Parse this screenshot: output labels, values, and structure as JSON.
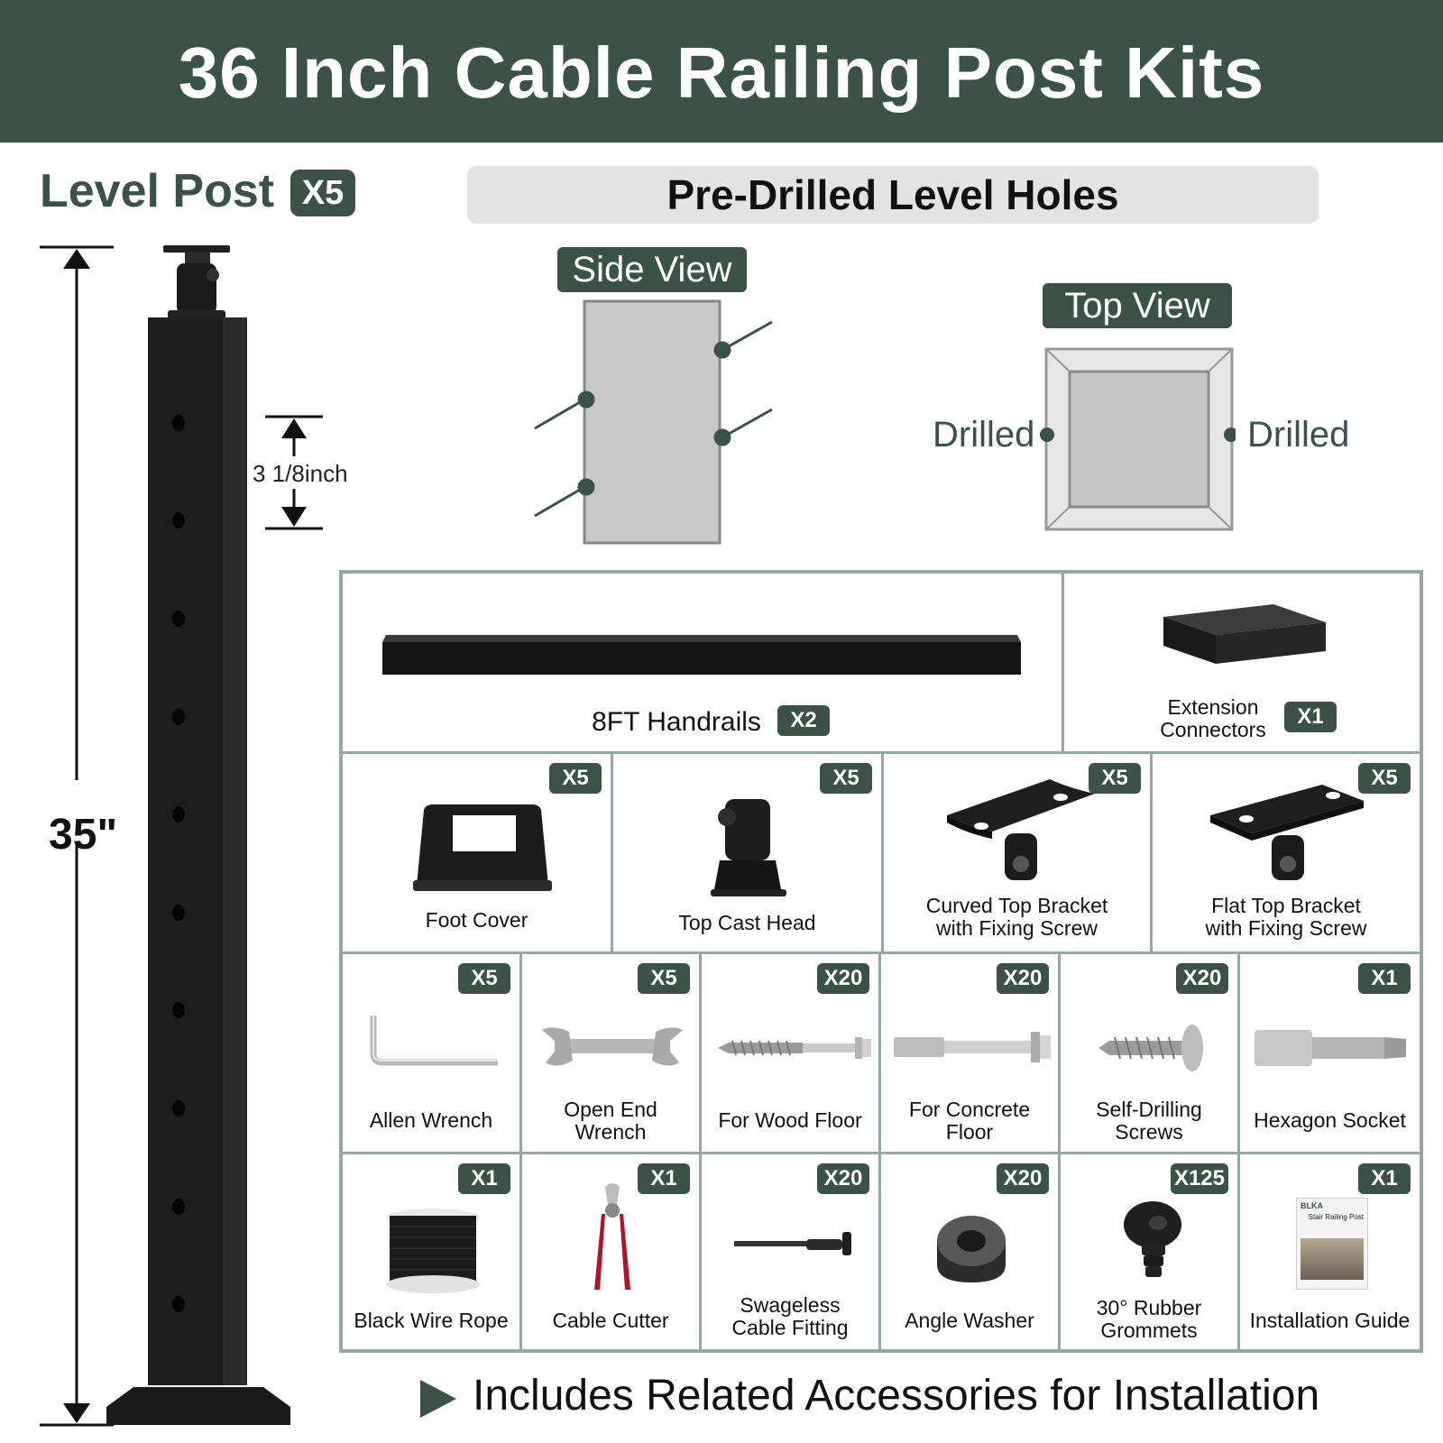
{
  "banner": {
    "title": "36 Inch Cable Railing Post Kits"
  },
  "level_post": {
    "label": "Level Post",
    "qty": "X5",
    "hole_spacing": "3 1/8inch",
    "height": "35\""
  },
  "holes": {
    "title": "Pre-Drilled Level Holes",
    "side_view": "Side View",
    "top_view": "Top View",
    "drilled_left": "Drilled",
    "drilled_right": "Drilled"
  },
  "colors": {
    "brand_green": "#3b5249",
    "grid_border": "#93ab9f",
    "post_black": "#1c1c1c"
  },
  "kit": {
    "handrails": {
      "label": "8FT Handrails",
      "qty": "X2",
      "icon": "handrail-icon"
    },
    "extension": {
      "label": "Extension\nConnectors",
      "qty": "X1",
      "icon": "extension-connector-icon"
    },
    "row2": [
      {
        "label": "Foot Cover",
        "qty": "X5",
        "icon": "foot-cover-icon"
      },
      {
        "label": "Top Cast Head",
        "qty": "X5",
        "icon": "top-cast-head-icon"
      },
      {
        "label": "Curved Top Bracket\nwith Fixing Screw",
        "qty": "X5",
        "icon": "curved-bracket-icon"
      },
      {
        "label": "Flat Top Bracket\nwith Fixing Screw",
        "qty": "X5",
        "icon": "flat-bracket-icon"
      }
    ],
    "row3": [
      {
        "label": "Allen Wrench",
        "qty": "X5",
        "icon": "allen-wrench-icon"
      },
      {
        "label": "Open End\nWrench",
        "qty": "X5",
        "icon": "open-end-wrench-icon"
      },
      {
        "label": "For Wood Floor",
        "qty": "X20",
        "icon": "wood-screw-icon"
      },
      {
        "label": "For Concrete\nFloor",
        "qty": "X20",
        "icon": "concrete-anchor-icon"
      },
      {
        "label": "Self-Drilling\nScrews",
        "qty": "X20",
        "icon": "self-drilling-screw-icon"
      },
      {
        "label": "Hexagon Socket",
        "qty": "X1",
        "icon": "hex-socket-icon"
      }
    ],
    "row4": [
      {
        "label": "Black Wire Rope",
        "qty": "X1",
        "icon": "wire-rope-icon"
      },
      {
        "label": "Cable Cutter",
        "qty": "X1",
        "icon": "cable-cutter-icon"
      },
      {
        "label": "Swageless\nCable Fitting",
        "qty": "X20",
        "icon": "cable-fitting-icon"
      },
      {
        "label": "Angle Washer",
        "qty": "X20",
        "icon": "angle-washer-icon"
      },
      {
        "label": "30° Rubber\nGrommets",
        "qty": "X125",
        "icon": "rubber-grommet-icon"
      },
      {
        "label": "Installation Guide",
        "qty": "X1",
        "icon": "installation-guide-icon",
        "guide_brand": "BLKA",
        "guide_title": "Stair Railing Post"
      }
    ]
  },
  "footer": {
    "text": "Includes Related Accessories for Installation"
  }
}
